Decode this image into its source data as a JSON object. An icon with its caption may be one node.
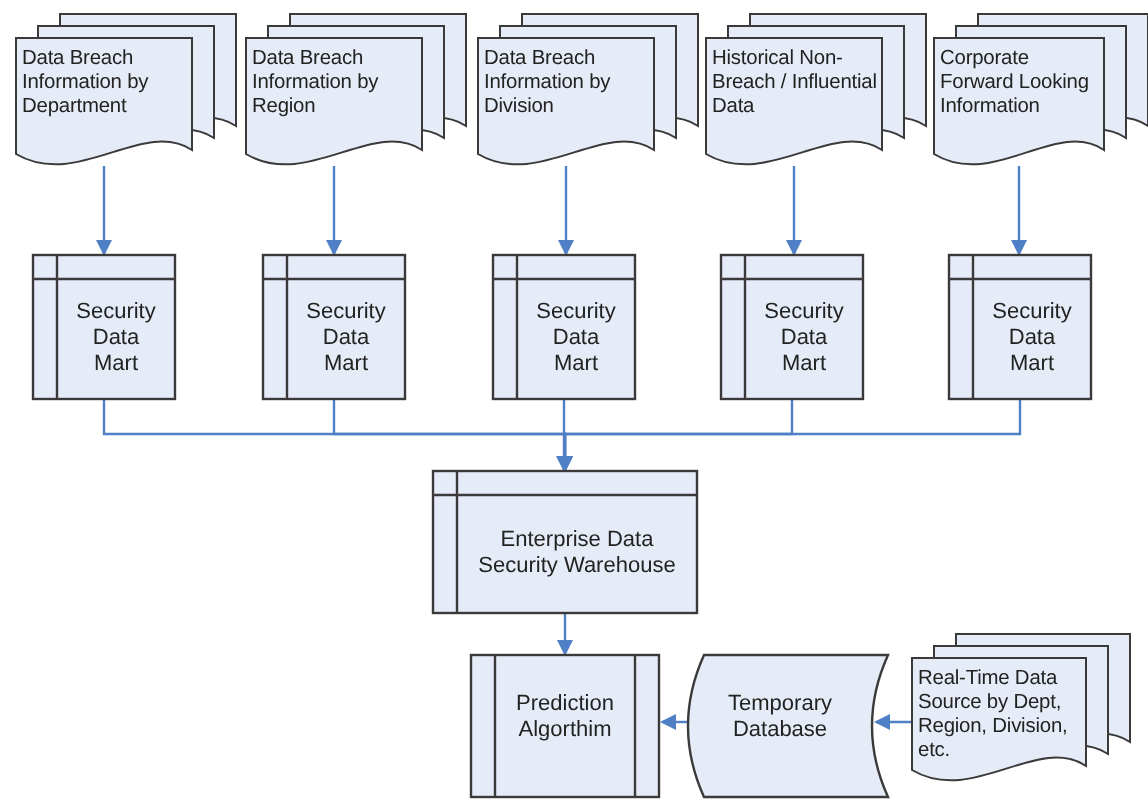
{
  "diagram": {
    "nodes": [
      {
        "text": [
          "Data Breach Information by Department"
        ]
      },
      {
        "text": [
          "Data Breach Information by Region"
        ]
      },
      {
        "text": [
          "Data Breach Information by Division"
        ]
      },
      {
        "text": [
          "Historical Non-Breach / Influential Data"
        ]
      },
      {
        "text": [
          "Corporate Forward Looking Information"
        ]
      },
      {
        "text": [
          "Security Data Mart"
        ]
      },
      {
        "text": [
          "Security Data Mart"
        ]
      },
      {
        "text": [
          "Security Data Mart"
        ]
      },
      {
        "text": [
          "Security Data Mart"
        ]
      },
      {
        "text": [
          "Security Data Mart"
        ]
      },
      {
        "text": [
          "Enterprise Data Security Warehouse"
        ]
      },
      {
        "text": [
          "Prediction Algorthim"
        ]
      },
      {
        "text": [
          "Temporary Database"
        ]
      },
      {
        "text": [
          "Real-Time Data Source by Dept, Region, Division, etc."
        ]
      }
    ],
    "edges": [
      {
        "from": 0,
        "to": 5,
        "arrow": "to"
      },
      {
        "from": 1,
        "to": 6,
        "arrow": "to"
      },
      {
        "from": 2,
        "to": 7,
        "arrow": "to"
      },
      {
        "from": 3,
        "to": 8,
        "arrow": "to"
      },
      {
        "from": 4,
        "to": 9,
        "arrow": "to"
      },
      {
        "from": 5,
        "to": 10,
        "arrow": "to"
      },
      {
        "from": 6,
        "to": 10,
        "arrow": "to"
      },
      {
        "from": 7,
        "to": 10,
        "arrow": "to"
      },
      {
        "from": 8,
        "to": 10,
        "arrow": "to"
      },
      {
        "from": 9,
        "to": 10,
        "arrow": "to"
      },
      {
        "from": 10,
        "to": 11,
        "arrow": "to"
      },
      {
        "from": 13,
        "to": 12,
        "arrow": "to"
      },
      {
        "from": 12,
        "to": 11,
        "arrow": "to"
      }
    ]
  }
}
